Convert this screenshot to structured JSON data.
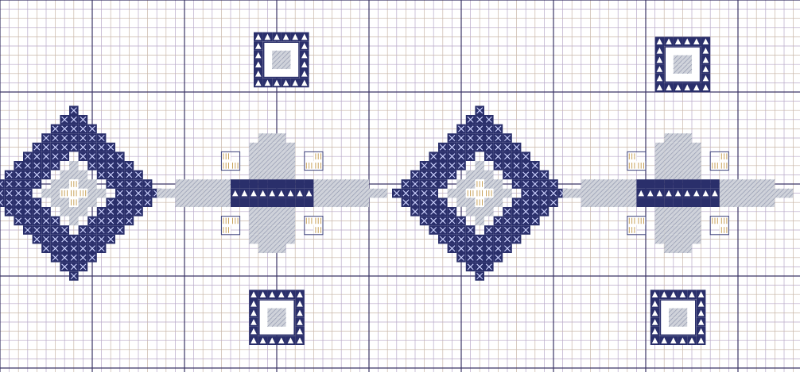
{
  "pattern": {
    "colors": {
      "background": "#ffffff",
      "fine_grid_a": "#b8a9c9",
      "fine_grid_b": "#c9b7a9",
      "major_grid": "#3b3566",
      "navy_stitch": "#2a2f6b",
      "x_mark": "#cfd4ff",
      "light_fill": "#cfd2da",
      "light_hatch": "#9aa0b5",
      "outline": "#3a3f7a",
      "gold_stroke": "#c9a35c"
    },
    "motifs": {
      "diamond": {
        "name": "diamond-motif"
      },
      "flower": {
        "name": "flower-motif"
      },
      "square": {
        "name": "square-motif"
      }
    }
  }
}
